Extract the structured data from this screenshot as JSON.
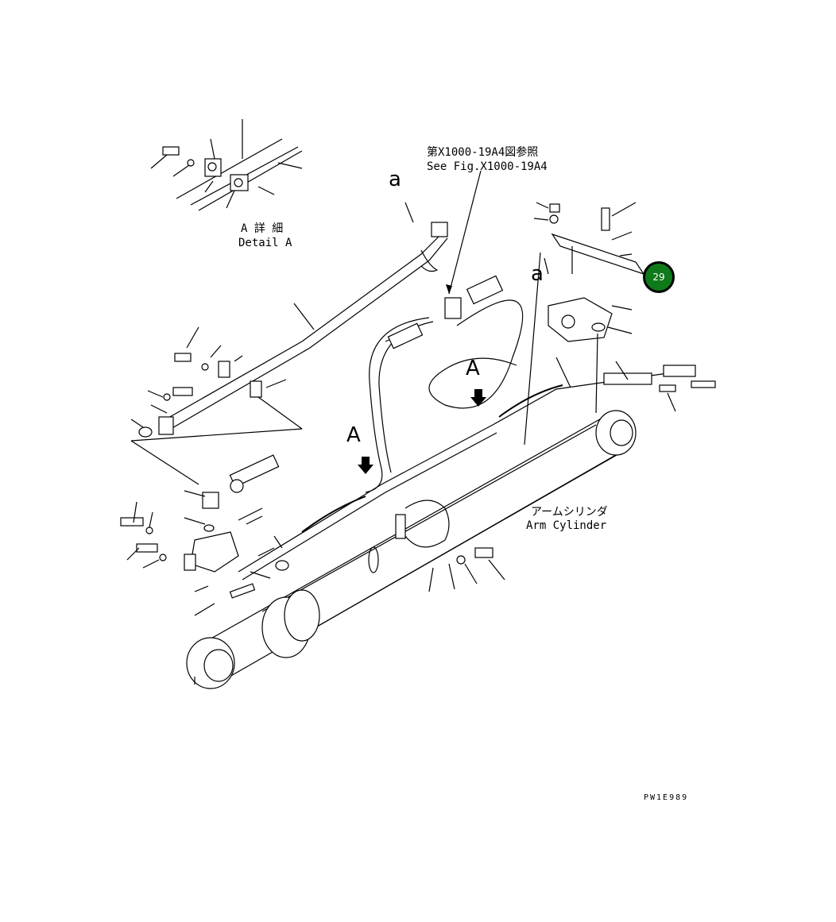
{
  "labels": {
    "see_fig_jp": "第X1000-19A4図参照",
    "see_fig_en": "See Fig.X1000-19A4",
    "detail_jp": "A 詳 細",
    "detail_en": "Detail A",
    "arm_cyl_jp": "アームシリンダ",
    "arm_cyl_en": "Arm Cylinder",
    "code": "PW1E989",
    "mark_a_small": "a",
    "mark_a_big": "A"
  },
  "callout": {
    "number": "29",
    "color": "#0f7a1a"
  }
}
